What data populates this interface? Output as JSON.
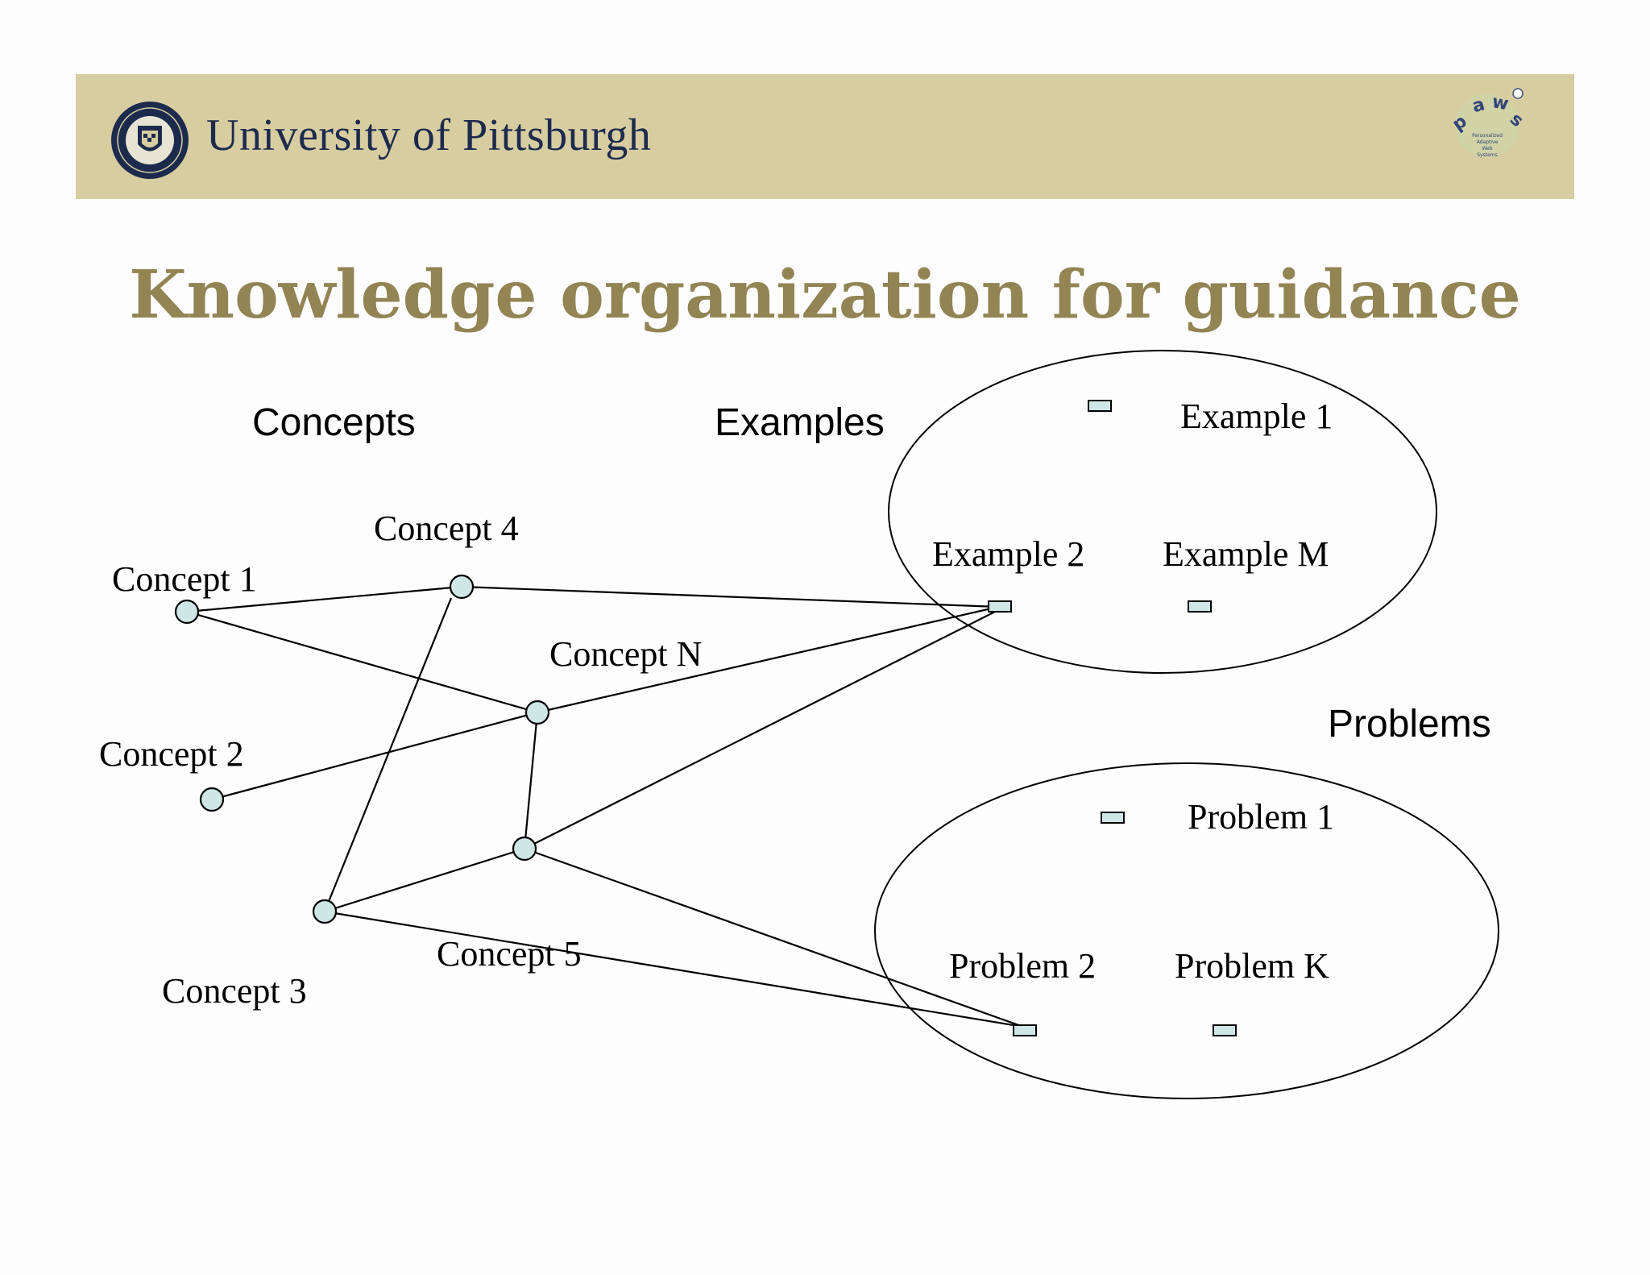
{
  "header": {
    "university_name": "University of Pittsburgh",
    "seal_icon": "university-seal-icon",
    "logo": {
      "icon": "paws-logo-icon",
      "letters": "paws",
      "tagline": "Personalized Adaptive Web Systems"
    },
    "bar_color": "#d8cca1"
  },
  "slide": {
    "title": "Knowledge organization for guidance",
    "title_color": "#928453"
  },
  "diagram": {
    "group_labels": {
      "concepts": "Concepts",
      "examples": "Examples",
      "problems": "Problems"
    },
    "concepts": [
      {
        "id": "c1",
        "label": "Concept 1"
      },
      {
        "id": "c2",
        "label": "Concept 2"
      },
      {
        "id": "c3",
        "label": "Concept 3"
      },
      {
        "id": "c4",
        "label": "Concept 4"
      },
      {
        "id": "c5",
        "label": "Concept 5"
      },
      {
        "id": "cN",
        "label": "Concept N"
      }
    ],
    "examples": [
      {
        "id": "e1",
        "label": "Example 1"
      },
      {
        "id": "e2",
        "label": "Example 2"
      },
      {
        "id": "eM",
        "label": "Example M"
      }
    ],
    "problems": [
      {
        "id": "p1",
        "label": "Problem 1"
      },
      {
        "id": "p2",
        "label": "Problem 2"
      },
      {
        "id": "pK",
        "label": "Problem K"
      }
    ],
    "edges": [
      [
        "c1",
        "c4"
      ],
      [
        "c1",
        "cN"
      ],
      [
        "c2",
        "cN"
      ],
      [
        "c4",
        "c3"
      ],
      [
        "c4",
        "e2"
      ],
      [
        "cN",
        "e2"
      ],
      [
        "cN",
        "c5"
      ],
      [
        "c5",
        "e2"
      ],
      [
        "c5",
        "c3"
      ],
      [
        "c5",
        "p2"
      ],
      [
        "c3",
        "p2"
      ]
    ],
    "node_fill": "#cfe6e6"
  }
}
